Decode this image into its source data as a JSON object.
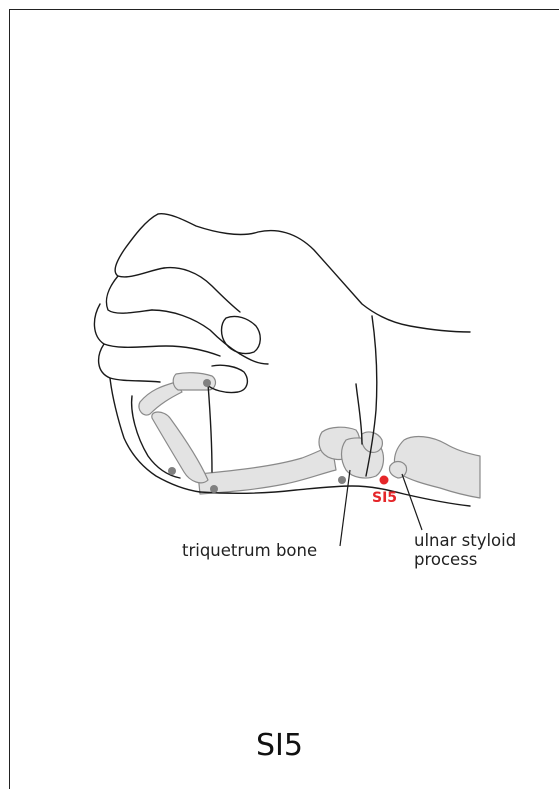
{
  "title": "SI5",
  "point": {
    "label": "SI5",
    "color": "#e5262a"
  },
  "labels": {
    "triquetrum": "triquetrum bone",
    "ulnar_line1": "ulnar styloid",
    "ulnar_line2": "process"
  },
  "colors": {
    "outline": "#1a1a1a",
    "bone_fill": "#e3e3e3",
    "bone_stroke": "#8a8a8a",
    "marker": "#808080"
  }
}
